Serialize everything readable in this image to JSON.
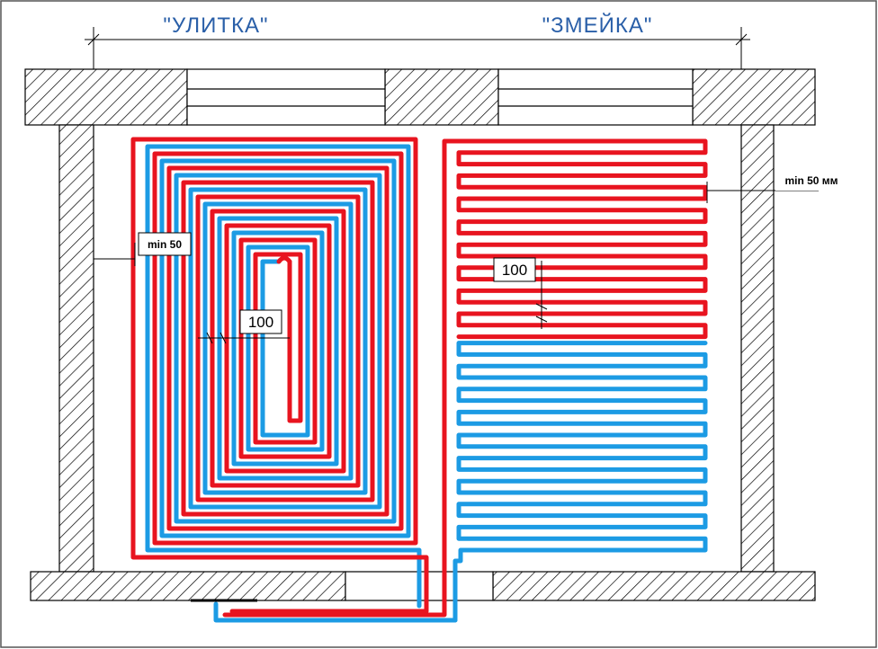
{
  "labels": {
    "spiral_title": "\"УЛИТКА\"",
    "serpentine_title": "\"ЗМЕЙКА\"",
    "min_wall_left": "min 50",
    "min_wall_right": "min 50 мм",
    "spacing_spiral": "100",
    "spacing_serpentine": "100"
  },
  "colors": {
    "supply": "#e8141f",
    "return": "#1c9be4",
    "title": "#2a5fa8"
  }
}
